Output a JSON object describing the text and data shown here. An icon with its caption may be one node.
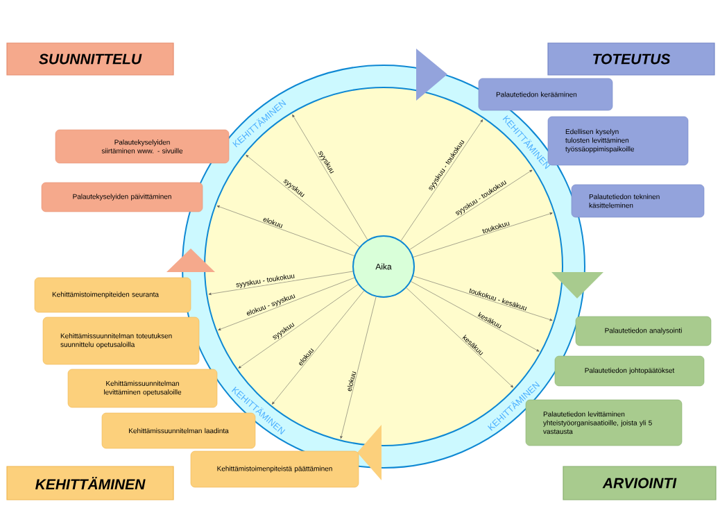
{
  "diagram": {
    "nodes": [
      {
        "text": [
          "SUUNNITTELU"
        ]
      },
      {
        "text": [
          "TOTEUTUS"
        ]
      },
      {
        "text": [
          "KEHITTÄMINEN",
          "KEHITTÄMINEN",
          "KEHITTÄMINEN",
          "KEHITTÄMINEN"
        ]
      },
      {
        "text": [
          "Aika"
        ],
        "in": 2
      },
      {
        "text": [
          "Palautekyselyiden siirtäminen www. - sivuille"
        ]
      },
      {
        "text": [
          "Palautekyselyiden päivittäminen"
        ]
      },
      {
        "text": [
          "Palautetiedon kerääminen"
        ]
      },
      {
        "text": [
          "Edellisen kyselyn tulosten levittäminen työssäoppimispaikoille"
        ]
      },
      {
        "text": [
          "Palautetiedon tekninen käsitteleminen"
        ]
      },
      {
        "text": [
          "Kehittämistoimenpiteiden seuranta"
        ]
      },
      {
        "text": [
          "Kehittämissuunnitelman toteutuksen suunnittelu opetusaloilla"
        ]
      },
      {
        "text": [
          "Kehittämissuunnitelman levittäminen opetusaloille"
        ]
      },
      {
        "text": [
          "Kehittämissuunnitelman laadinta"
        ]
      },
      {
        "text": [
          "Kehittämistoimenpiteistä päättäminen"
        ]
      },
      {
        "text": [
          "Palautetiedon analysointi"
        ]
      },
      {
        "text": [
          "Palautetiedon johtopäätökset"
        ]
      },
      {
        "text": [
          "Palautetiedon levittäminen yhteistyöorganisaatioille, joista yli 5 vastausta"
        ]
      },
      {
        "text": [
          "KEHITTÄMINEN"
        ]
      },
      {
        "text": [
          "ARVIOINTI"
        ]
      }
    ],
    "edges": [
      {
        "from": 3,
        "to": null,
        "arrow": "to",
        "label": "syyskuu"
      },
      {
        "from": 3,
        "to": null,
        "arrow": "to",
        "label": "syyskuu"
      },
      {
        "from": 3,
        "to": null,
        "arrow": "to",
        "label": "elokuu"
      },
      {
        "from": 3,
        "to": null,
        "arrow": "to",
        "label": "syyskuu - toukokuu"
      },
      {
        "from": 3,
        "to": null,
        "arrow": "to",
        "label": "syyskuu - toukokuu"
      },
      {
        "from": 3,
        "to": null,
        "arrow": "to",
        "label": "toukokuu"
      },
      {
        "from": 3,
        "to": null,
        "arrow": "to",
        "label": "toukokuu - kesäkuu"
      },
      {
        "from": 3,
        "to": null,
        "arrow": "to",
        "label": "kesäkuu"
      },
      {
        "from": 3,
        "to": null,
        "arrow": "to",
        "label": "kesäkuu"
      },
      {
        "from": 3,
        "to": null,
        "arrow": "to",
        "label": "syyskuu - toukokuu"
      },
      {
        "from": 3,
        "to": null,
        "arrow": "to",
        "label": "elokuu - syyskuu"
      },
      {
        "from": 3,
        "to": null,
        "arrow": "to",
        "label": "syyskuu"
      },
      {
        "from": 3,
        "to": null,
        "arrow": "to",
        "label": "elokuu"
      },
      {
        "from": 3,
        "to": null,
        "arrow": "to",
        "label": "elokuu"
      }
    ]
  }
}
